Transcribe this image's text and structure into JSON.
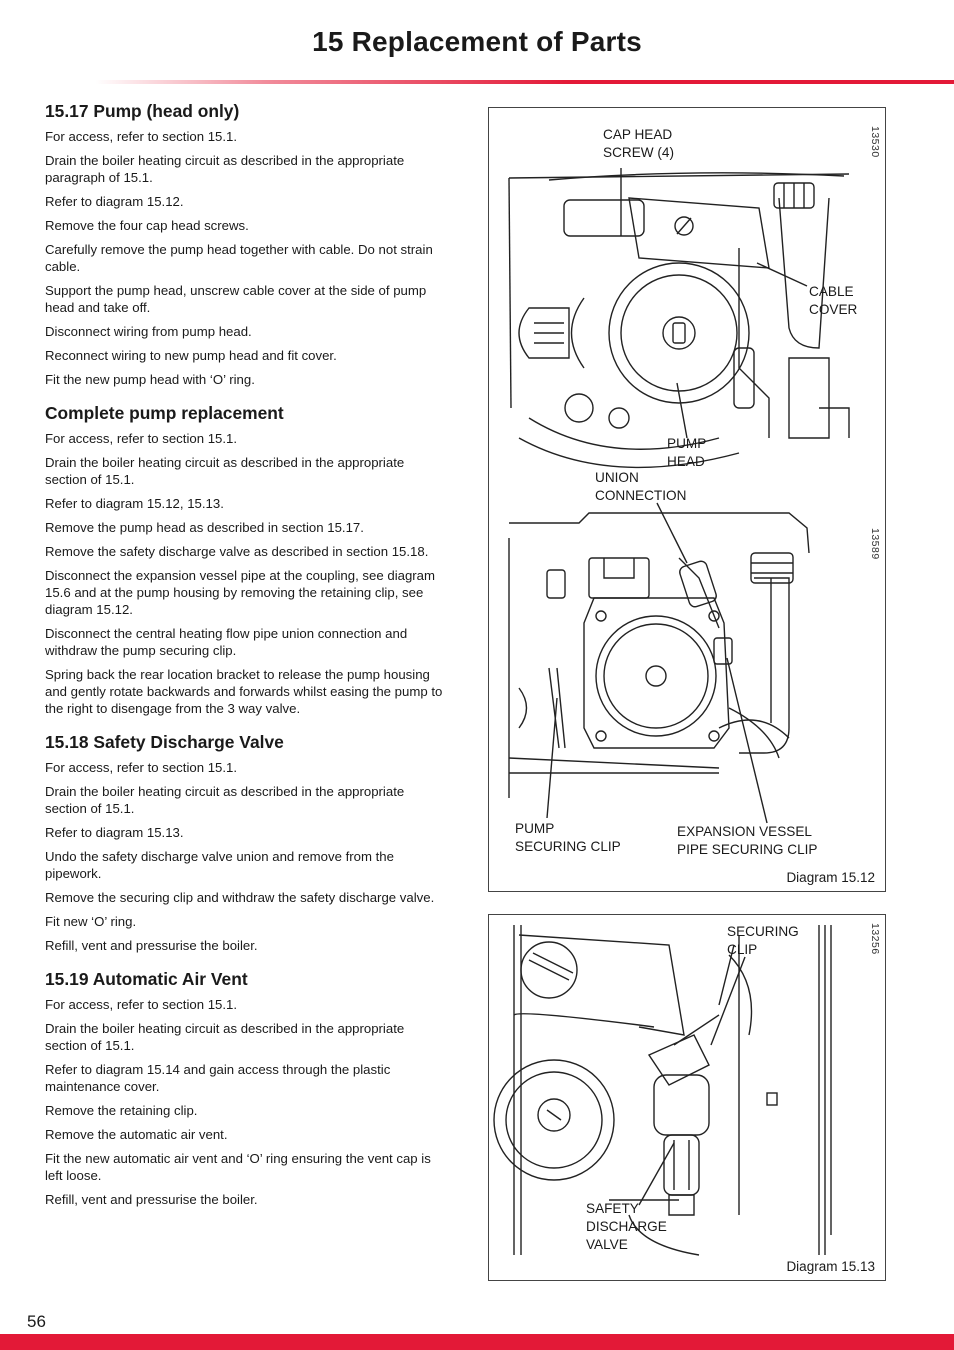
{
  "header": {
    "title": "15  Replacement of Parts"
  },
  "sections": [
    {
      "heading": "15.17 Pump (head only)",
      "paragraphs": [
        "For access, refer to section 15.1.",
        "Drain the boiler heating circuit as described in the appropriate paragraph of 15.1.",
        "Refer to diagram 15.12.",
        "Remove the four cap head screws.",
        "Carefully remove the pump head together with cable. Do not strain cable.",
        "Support the pump head, unscrew cable cover at the side of pump head and take off.",
        "Disconnect wiring from pump head.",
        "Reconnect wiring to new pump head and fit cover.",
        "Fit the new pump head with ‘O’ ring."
      ]
    },
    {
      "heading": "Complete pump replacement",
      "paragraphs": [
        "For access, refer to section 15.1.",
        "Drain the boiler heating circuit as described in the appropriate section of 15.1.",
        "Refer to diagram 15.12, 15.13.",
        "Remove the pump head as described in section 15.17.",
        "Remove the safety discharge valve as described in section 15.18.",
        "Disconnect the expansion vessel pipe at the coupling, see diagram 15.6 and at the pump housing by removing the retaining clip, see diagram 15.12.",
        "Disconnect the central heating flow pipe union connection and withdraw the pump securing clip.",
        "Spring back the rear location bracket to release the pump housing and gently rotate backwards and forwards whilst easing the pump to the right to disengage from the 3 way valve."
      ]
    },
    {
      "heading": "15.18 Safety Discharge Valve",
      "paragraphs": [
        "For access, refer to section 15.1.",
        "Drain the boiler heating circuit as described in the appropriate section of 15.1.",
        "Refer to diagram 15.13.",
        "Undo the safety discharge valve union and remove from the pipework.",
        "Remove the securing clip and withdraw the safety discharge valve.",
        "Fit new ‘O’ ring.",
        "Refill, vent and pressurise the boiler."
      ]
    },
    {
      "heading": "15.19 Automatic Air Vent",
      "paragraphs": [
        "For access, refer to section 15.1.",
        "Drain the boiler heating circuit as described in the appropriate section of 15.1.",
        "Refer to diagram 15.14 and gain access through the plastic maintenance cover.",
        "Remove the retaining clip.",
        "Remove the automatic air vent.",
        "Fit the new automatic air vent and ‘O’ ring ensuring the vent cap is left loose.",
        "Refill, vent and pressurise the boiler."
      ]
    }
  ],
  "diagram_12": {
    "caption": "Diagram 15.12",
    "code_top": "13530",
    "code_bottom": "13589",
    "labels": {
      "cap_head_1": "CAP HEAD",
      "cap_head_2": "SCREW (4)",
      "cable_cover_1": "CABLE",
      "cable_cover_2": "COVER",
      "pump_head_1": "PUMP",
      "pump_head_2": "HEAD",
      "union_1": "UNION",
      "union_2": "CONNECTION",
      "pump_clip_1": "PUMP",
      "pump_clip_2": "SECURING CLIP",
      "exp_vessel_1": "EXPANSION VESSEL",
      "exp_vessel_2": "PIPE SECURING CLIP"
    }
  },
  "diagram_13": {
    "caption": "Diagram 15.13",
    "code": "13256",
    "labels": {
      "securing_1": "SECURING",
      "securing_2": "CLIP",
      "safety_1": "SAFETY",
      "safety_2": "DISCHARGE",
      "safety_3": "VALVE"
    }
  },
  "footer": {
    "page_number": "56"
  },
  "colors": {
    "accent": "#e31937",
    "text": "#1a1a1a",
    "frame": "#444444"
  }
}
